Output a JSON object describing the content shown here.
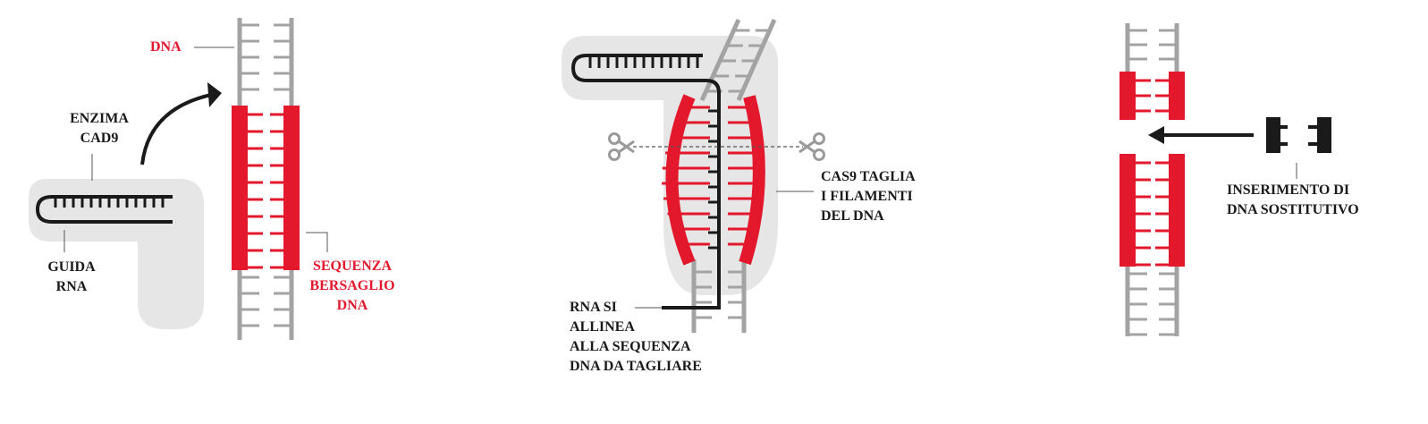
{
  "panel1": {
    "dna_label": "DNA",
    "enzyme_label": [
      "ENZIMA",
      "CAD9"
    ],
    "guide_label": [
      "GUIDA",
      "RNA"
    ],
    "target_label": [
      "SEQUENZA",
      "BERSAGLIO",
      "DNA"
    ]
  },
  "panel2": {
    "cut_label": [
      "CAS9 TAGLIA",
      "I FILAMENTI",
      "DEL DNA"
    ],
    "align_label": [
      "RNA SI",
      "ALLINEA",
      "ALLA SEQUENZA",
      "DNA DA TAGLIARE"
    ]
  },
  "panel3": {
    "insert_label": [
      "INSERIMENTO DI",
      "DNA SOSTITUTIVO"
    ]
  },
  "colors": {
    "red": "#e3182d",
    "gray": "#a3a3a3",
    "shade": "#e6e6e6",
    "black": "#1a1a1a"
  },
  "icons": [
    "scissors-icon",
    "arrow-icon"
  ]
}
